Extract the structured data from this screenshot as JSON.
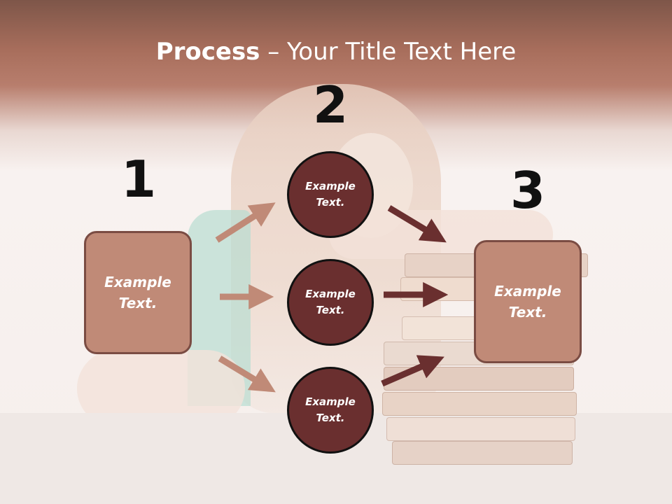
{
  "title": {
    "bold": "Process",
    "rest": " – Your Title Text Here"
  },
  "steps": [
    {
      "number": "1",
      "text": "Example Text."
    },
    {
      "number": "2",
      "circles": [
        "Example Text.",
        "Example Text.",
        "Example Text."
      ]
    },
    {
      "number": "3",
      "text": "Example Text."
    }
  ],
  "colors": {
    "box_fill": "#c08a77",
    "box_border": "#7a4c43",
    "circle_fill": "#6a2f2f",
    "arrow_light": "#c08a77",
    "arrow_dark": "#6a2f2f",
    "header": "#a86e5c"
  }
}
